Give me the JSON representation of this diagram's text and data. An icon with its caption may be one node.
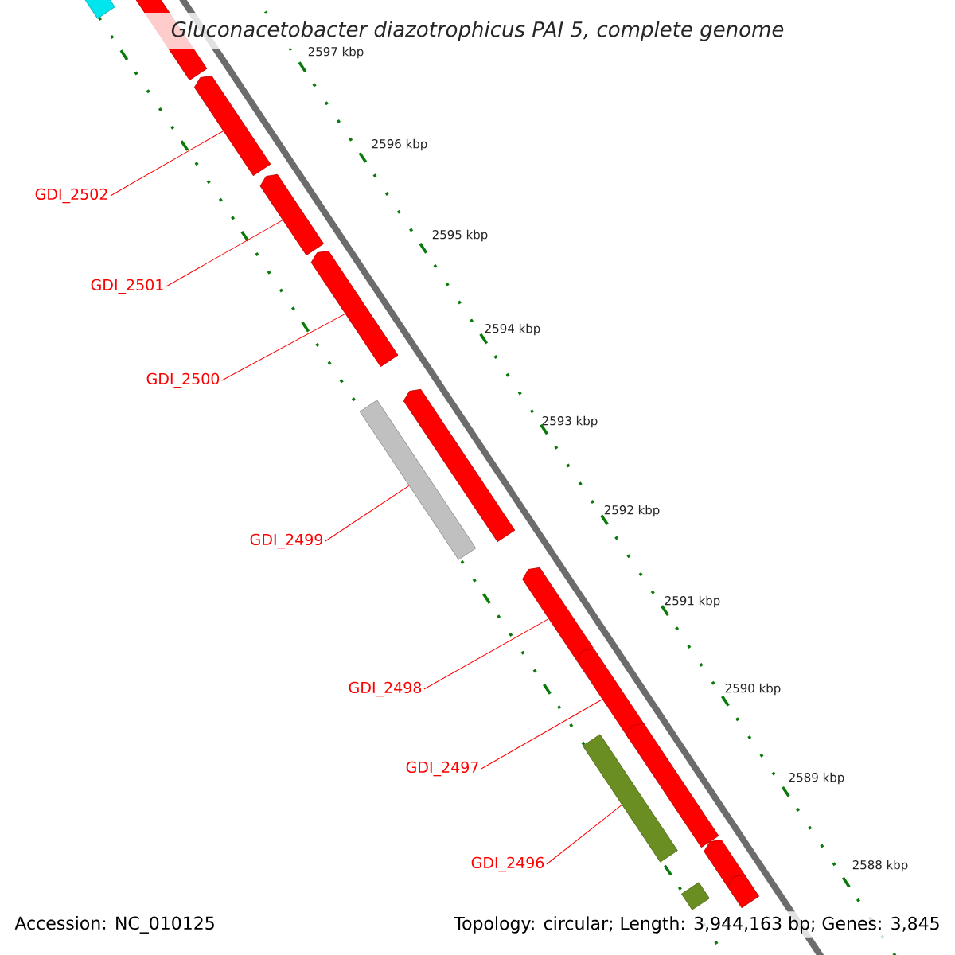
{
  "diagram": {
    "title": "Gluconacetobacter diazotrophicus PAI 5, complete genome",
    "nodes": [
      {
        "text": [
          "GDI_2502"
        ]
      },
      {
        "text": [
          "GDI_2501"
        ]
      },
      {
        "text": [
          "GDI_2500"
        ]
      },
      {
        "text": [
          "GDI_2499"
        ]
      },
      {
        "text": [
          "GDI_2498"
        ]
      },
      {
        "text": [
          "GDI_2497"
        ]
      },
      {
        "text": [
          "GDI_2496"
        ]
      },
      {
        "text": [],
        "shape": "bar"
      },
      {
        "text": [],
        "shape": "bar"
      },
      {
        "text": [],
        "shape": "bar"
      },
      {
        "text": [],
        "shape": "bar"
      },
      {
        "text": [],
        "shape": "bar"
      },
      {
        "text": [],
        "shape": "bar"
      },
      {
        "text": [],
        "shape": "bar"
      },
      {
        "text": [],
        "shape": "bar"
      },
      {
        "text": [],
        "shape": "bar"
      },
      {
        "text": [],
        "shape": "bar"
      },
      {
        "text": [],
        "shape": "bar"
      },
      {
        "text": [],
        "shape": "bar"
      },
      {
        "text": [],
        "shape": "bar"
      },
      {
        "text": [],
        "shape": "bar"
      }
    ],
    "edges": [
      {
        "from": 0,
        "to": 9,
        "arrow": "none"
      },
      {
        "from": 1,
        "to": 10,
        "arrow": "none"
      },
      {
        "from": 2,
        "to": 11,
        "arrow": "none"
      },
      {
        "from": 3,
        "to": 13,
        "arrow": "none"
      },
      {
        "from": 4,
        "to": 14,
        "arrow": "none"
      },
      {
        "from": 5,
        "to": 15,
        "arrow": "none"
      },
      {
        "from": 6,
        "to": 17,
        "arrow": "none"
      }
    ],
    "labels": [
      "2597 kbp",
      "2596 kbp",
      "2595 kbp",
      "2594 kbp",
      "2593 kbp",
      "2592 kbp",
      "2591 kbp",
      "2590 kbp",
      "2589 kbp",
      "2588 kbp",
      "Accession: NC_010125",
      "Topology: circular; Length: 3,944,163 bp; Genes: 3,845"
    ]
  }
}
